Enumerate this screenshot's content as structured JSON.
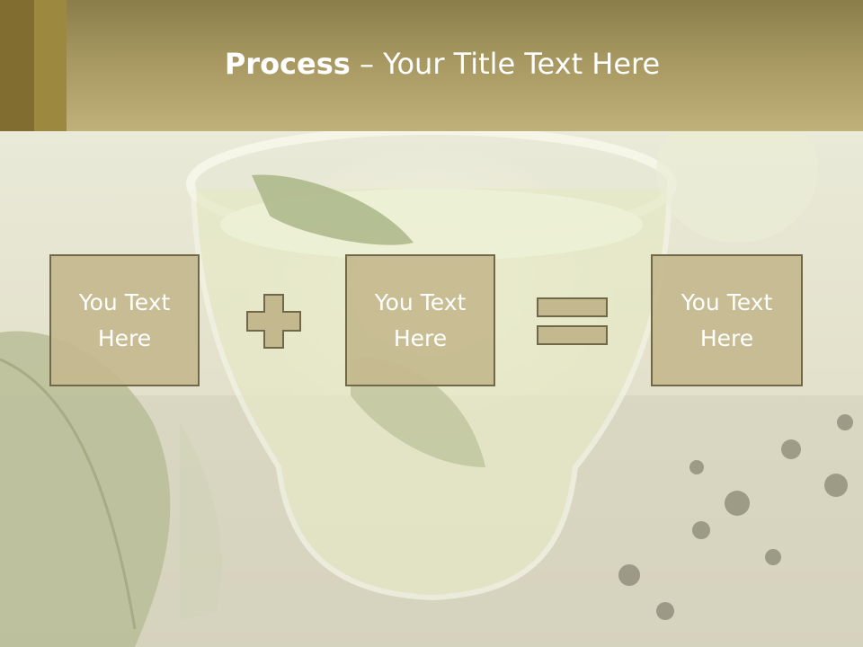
{
  "slide": {
    "title_bold": "Process",
    "title_rest": " – Your Title Text Here"
  },
  "process": {
    "box1": "You Text\nHere",
    "box2": "You Text\nHere",
    "box3": "You Text\nHere",
    "operator1": "plus-icon",
    "operator2": "equals-icon"
  },
  "colors": {
    "header": "#b2a46c",
    "box_fill": "#c4b88e",
    "box_border": "#6f6849",
    "text": "#ffffff"
  }
}
